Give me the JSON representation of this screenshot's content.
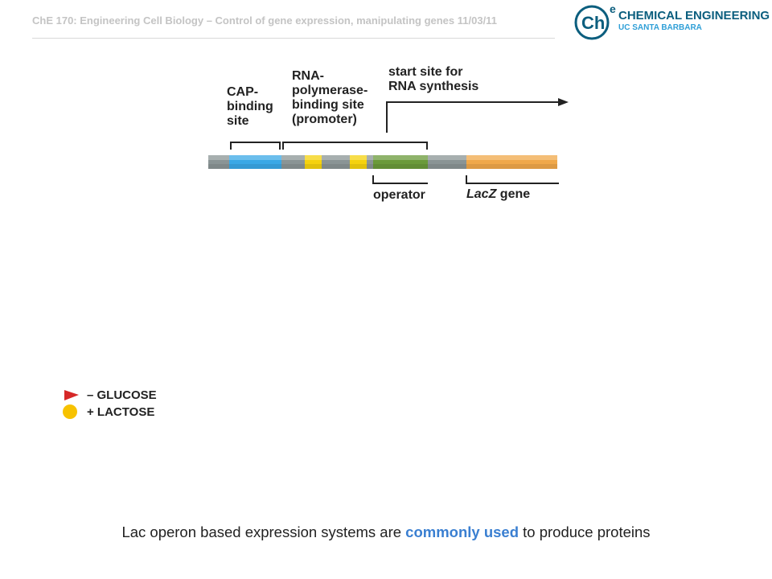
{
  "header": {
    "title": "ChE 170: Engineering Cell Biology – Control of gene expression, manipulating genes 11/03/11"
  },
  "logo": {
    "mark": "Ch",
    "superscript": "e",
    "line1": "CHEMICAL ENGINEERING",
    "line2": "UC SANTA BARBARA"
  },
  "diagram": {
    "cap_label": "CAP-\nbinding\nsite",
    "rnap_label": "RNA-\npolymerase-\nbinding site\n(promoter)",
    "start_label": "start site for\nRNA synthesis",
    "operator_label": "operator",
    "lacz_italic": "LacZ",
    "lacz_gene": " gene",
    "colors": {
      "dna_gray": "#8a9495",
      "cap_blue": "#3aa8e6",
      "yellow": "#f5d20e",
      "operator_green": "#6a9a3a",
      "lacz_orange": "#f0a84a"
    }
  },
  "legend": {
    "glucose": "– GLUCOSE",
    "lactose": "+ LACTOSE",
    "glucose_color": "#d62828",
    "lactose_color": "#f7c200"
  },
  "caption": {
    "before": "Lac operon based expression systems are ",
    "highlight": "commonly used",
    "after": " to produce proteins"
  }
}
